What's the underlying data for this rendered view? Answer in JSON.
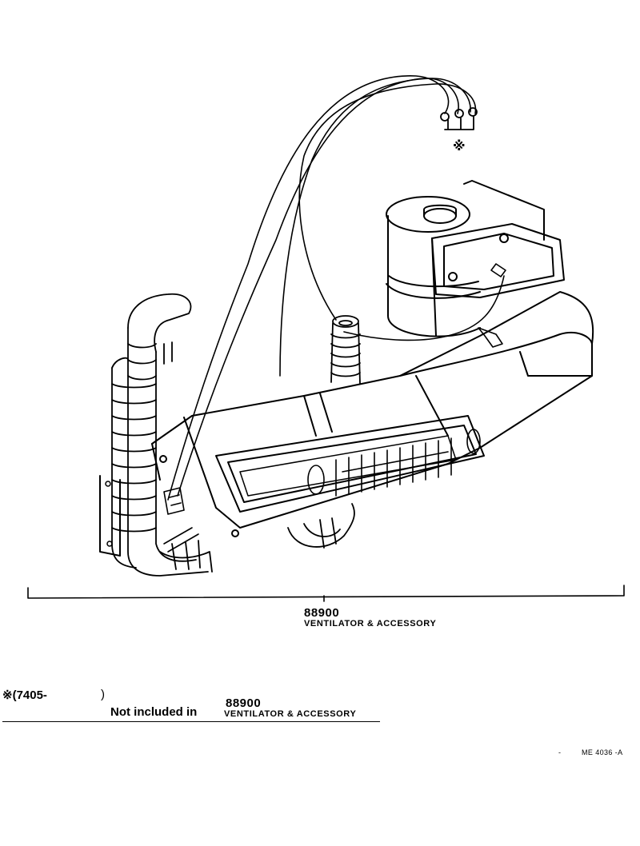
{
  "main_part": {
    "number": "88900",
    "name": "VENTILATOR & ACCESSORY"
  },
  "callout_mark": "※",
  "note": {
    "mark": "※(7405-",
    "close": ")",
    "text": "Not included in",
    "part_number": "88900",
    "part_name": "VENTILATOR & ACCESSORY"
  },
  "drawing_ref": "ME 4036 -A",
  "ref_dash": "-"
}
